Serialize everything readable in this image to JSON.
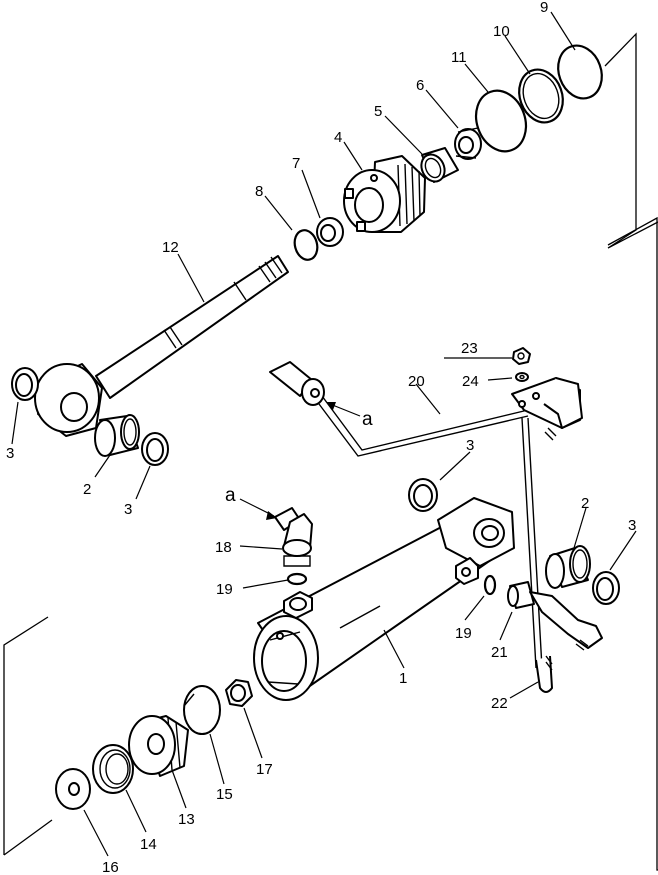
{
  "callouts": {
    "n1": "1",
    "n2a": "2",
    "n2b": "2",
    "n3a": "3",
    "n3b": "3",
    "n3c": "3",
    "n3d": "3",
    "n4": "4",
    "n5": "5",
    "n6": "6",
    "n7": "7",
    "n8": "8",
    "n9": "9",
    "n10": "10",
    "n11": "11",
    "n12": "12",
    "n13": "13",
    "n14": "14",
    "n15": "15",
    "n16": "16",
    "n17": "17",
    "n18": "18",
    "n19a": "19",
    "n19b": "19",
    "n20": "20",
    "n21": "21",
    "n22": "22",
    "n23": "23",
    "n24": "24"
  },
  "refs": {
    "a_upper": "a",
    "a_lower": "a"
  }
}
